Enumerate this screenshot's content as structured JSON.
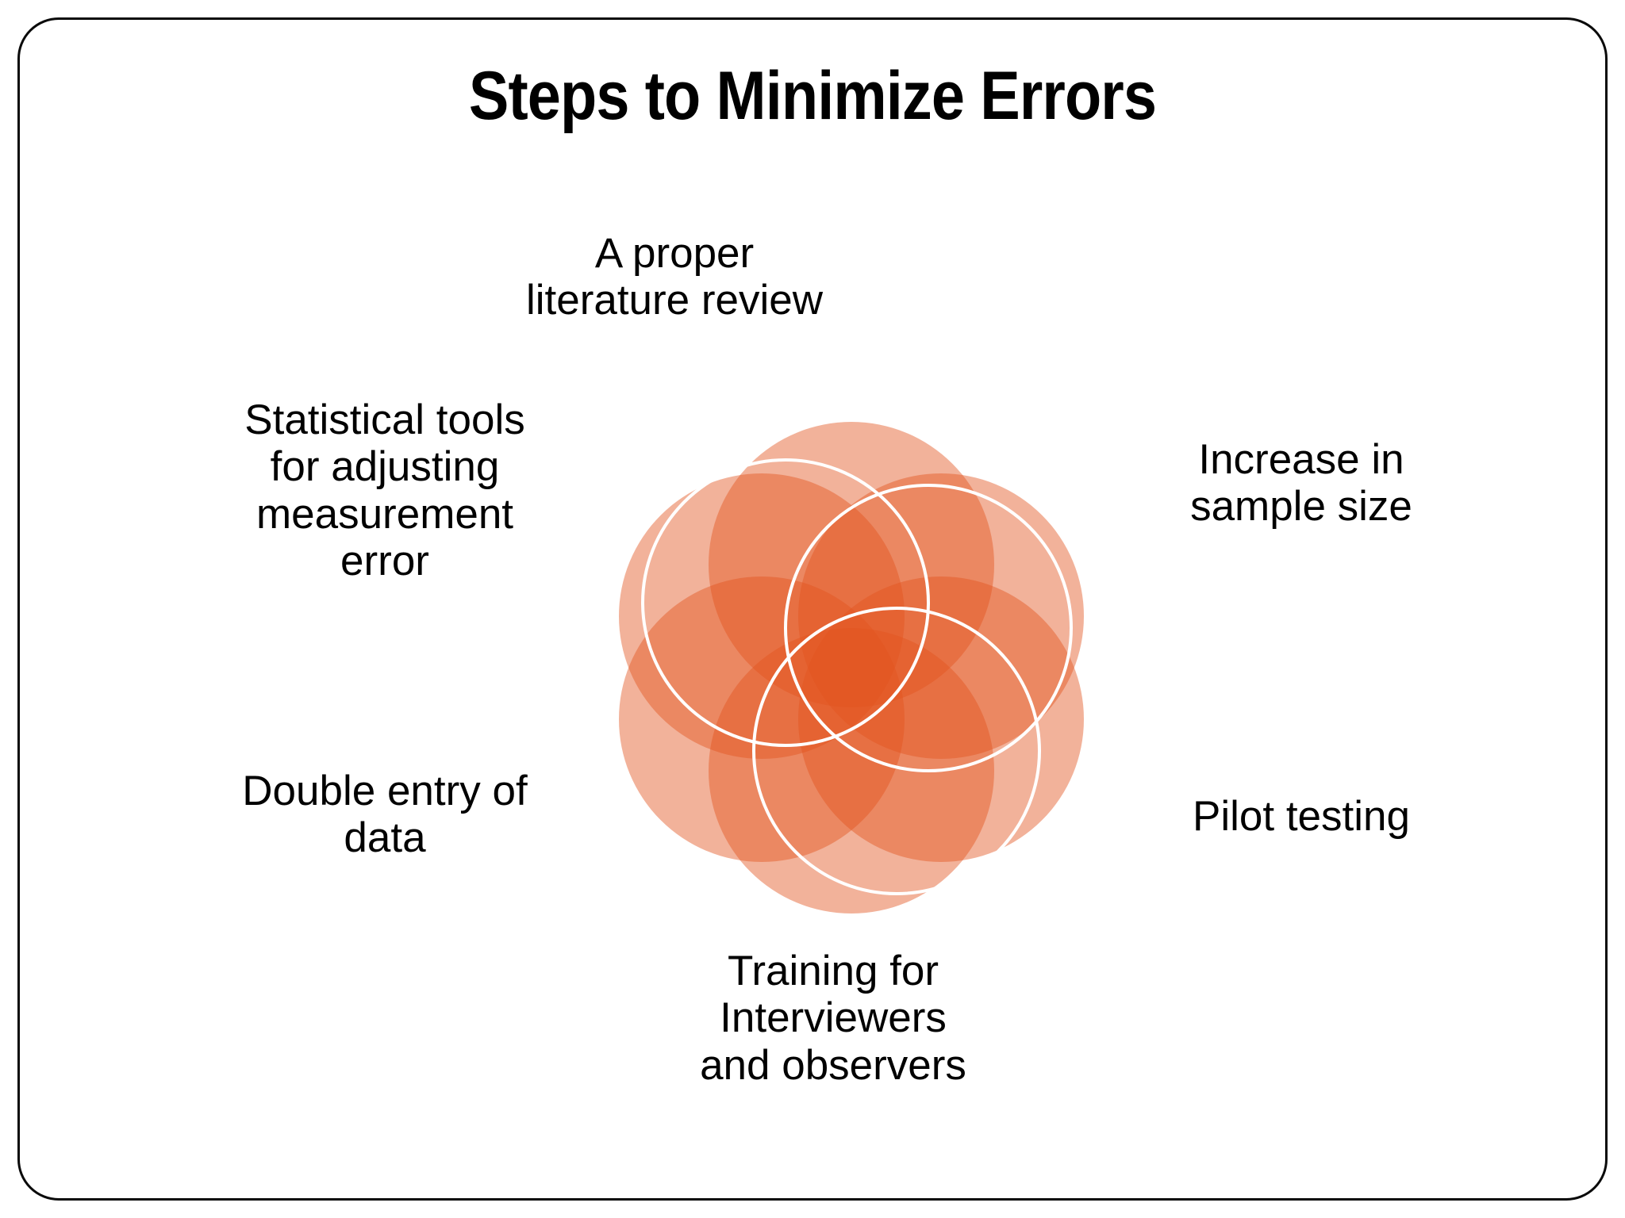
{
  "slide": {
    "title": "Steps to Minimize Errors",
    "background_color": "#ffffff",
    "border_color": "#0a0a0a"
  },
  "diagram": {
    "type": "venn-rosette",
    "circle_count": 6,
    "fill_color": "#E2551F",
    "single_overlap_color": "#E9A385",
    "double_overlap_color": "#DF7250",
    "core_overlap_color": "#D4491C",
    "stroke_color": "#ffffff",
    "segments": [
      {
        "position": "top",
        "label": "A proper\nliterature review",
        "stroke": false
      },
      {
        "position": "top-right",
        "label": "Increase in\nsample size",
        "stroke": true
      },
      {
        "position": "bottom-right",
        "label": "Pilot testing",
        "stroke": true
      },
      {
        "position": "bottom",
        "label": "Training for\nInterviewers\nand observers",
        "stroke": true
      },
      {
        "position": "bottom-left",
        "label": "Double entry of\ndata",
        "stroke": false
      },
      {
        "position": "top-left",
        "label": "Statistical tools\nfor adjusting\nmeasurement\nerror",
        "stroke": false
      }
    ]
  },
  "labels": {
    "top": "A proper\nliterature review",
    "top_left": "Statistical tools\nfor adjusting\nmeasurement\nerror",
    "bottom_left": "Double entry of\ndata",
    "top_right": "Increase in\nsample size",
    "bottom_right": "Pilot testing",
    "bottom": "Training for\nInterviewers\nand observers"
  }
}
